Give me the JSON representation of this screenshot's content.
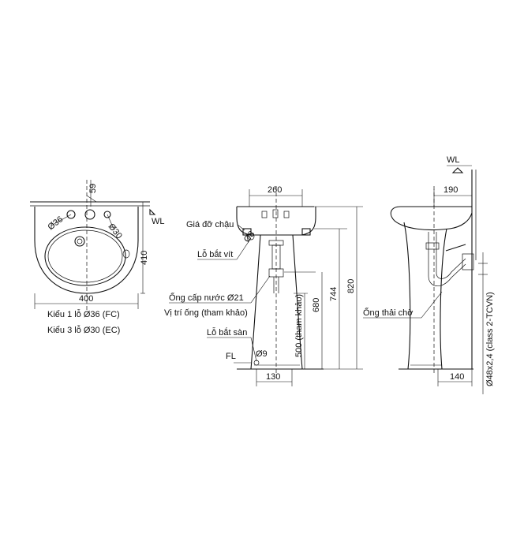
{
  "labels": {
    "wl_left": "WL",
    "wl_right": "WL",
    "fl": "FL",
    "gia_do_chau": "Giá đỡ chậu",
    "lo_bat_vit": "Lỗ bắt vít",
    "ong_cap_nuoc": "Ống cấp nước Ø21",
    "vi_tri_ong": "Vị trí ống (tham khảo)",
    "lo_bat_san": "Lỗ bắt sàn",
    "ong_thai_cho": "Ống thải chờ",
    "kieu_1": "Kiểu 1 lỗ Ø36 (FC)",
    "kieu_3": "Kiểu 3 lỗ Ø30 (EC)",
    "pipe_spec": "Ø48x2,4 (class 2-TCVN)"
  },
  "dimensions": {
    "top_59": "59",
    "d36": "Ø36",
    "d30": "Ø30",
    "depth_410": "410",
    "width_400": "400",
    "width_260": "260",
    "d8": "Ø8",
    "h820": "820",
    "h744": "744",
    "h680": "680",
    "h500": "500 (tham khảo)",
    "d9": "Ø9",
    "w130": "130",
    "w190": "190",
    "w140": "140"
  }
}
